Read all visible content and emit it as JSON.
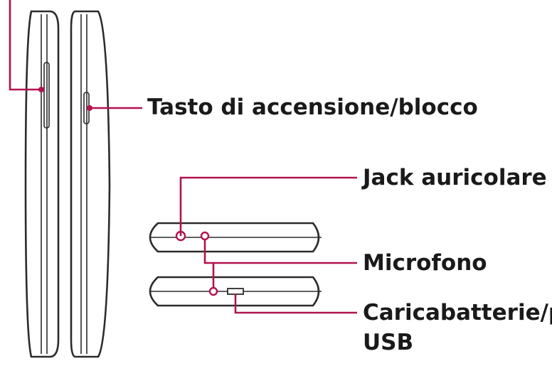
{
  "labels": {
    "power_lock_key": "Tasto di accensione/blocco",
    "headphone_jack": "Jack auricolare",
    "microphone": "Microfono",
    "charger_usb_line1": "Caricabatterie/porta",
    "charger_usb_line2": "USB"
  },
  "colors": {
    "leader": "#b3124f",
    "outline": "#2b2b2b",
    "text": "#1a1a1a"
  }
}
